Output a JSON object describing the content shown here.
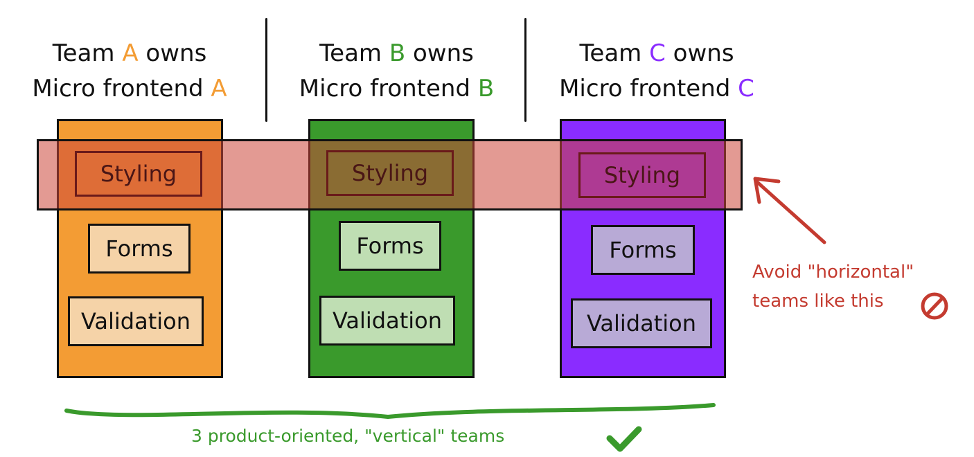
{
  "colors": {
    "team_a": "#F39C34",
    "team_b": "#3A9A2C",
    "team_c": "#8A2CFF",
    "team_a_box": "#F5D3A8",
    "team_b_box": "#BFDEB3",
    "team_c_box": "#B8AAD6",
    "band": "#CC473A",
    "avoid": "#C43B30"
  },
  "teams": [
    {
      "letter": "A",
      "heading_prefix": "Team ",
      "heading_suffix": " owns",
      "line2_prefix": "Micro frontend ",
      "styling_label": "Styling",
      "forms_label": "Forms",
      "validation_label": "Validation"
    },
    {
      "letter": "B",
      "heading_prefix": "Team ",
      "heading_suffix": " owns",
      "line2_prefix": "Micro frontend ",
      "styling_label": "Styling",
      "forms_label": "Forms",
      "validation_label": "Validation"
    },
    {
      "letter": "C",
      "heading_prefix": "Team ",
      "heading_suffix": " owns",
      "line2_prefix": "Micro frontend ",
      "styling_label": "Styling",
      "forms_label": "Forms",
      "validation_label": "Validation"
    }
  ],
  "annotations": {
    "avoid_line1": "Avoid \"horizontal\"",
    "avoid_line2": "teams like this",
    "avoid_icon": "prohibited-icon",
    "vertical_label": "3 product-oriented, \"vertical\" teams",
    "vertical_icon": "checkmark-icon"
  }
}
